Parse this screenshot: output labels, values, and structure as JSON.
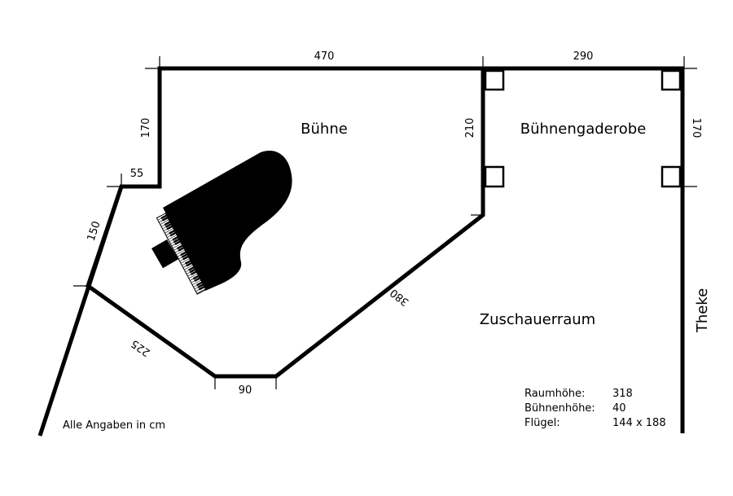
{
  "labels": {
    "stage": "Bühne",
    "backstage": "Bühnengaderobe",
    "audience": "Zuschauerraum",
    "bar": "Theke",
    "units_note": "Alle Angaben in cm"
  },
  "dimensions": {
    "top_left": "470",
    "top_right": "290",
    "left_wall": "170",
    "divider": "210",
    "right_wall": "170",
    "step": "55",
    "diagonal_left": "150",
    "diagonal_bottom_left": "225",
    "bottom": "90",
    "diagonal_right": "380"
  },
  "info": {
    "rows": [
      {
        "label": "Raumhöhe:",
        "value": "318"
      },
      {
        "label": "Bühnenhöhe:",
        "value": "40"
      },
      {
        "label": "Flügel:",
        "value": "144 x 188"
      }
    ]
  },
  "icons": {
    "piano": "grand-piano-icon",
    "stool": "piano-stool-icon",
    "cabinet": "wardrobe-box-icon"
  },
  "colors": {
    "line": "#000000",
    "background": "#ffffff"
  }
}
